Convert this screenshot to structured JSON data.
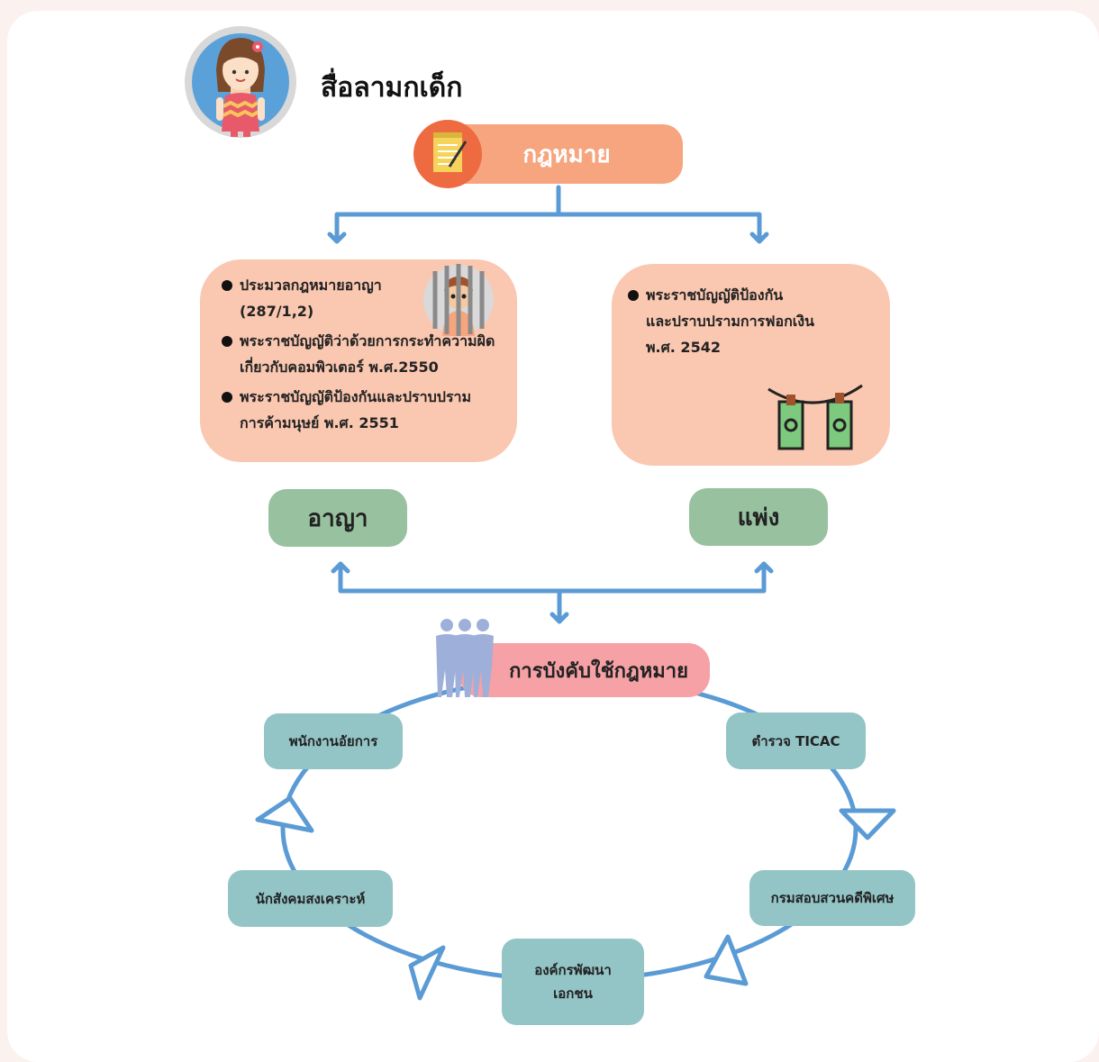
{
  "title": "สื่อลามกเด็ก",
  "law_label": "กฎหมาย",
  "criminal_box": {
    "items": [
      {
        "line1": "ประมวลกฎหมายอาญา",
        "line2": "(287/1,2)"
      },
      {
        "line1": "พระราชบัญญัติว่าด้วยการกระทำความผิด",
        "line2": "เกี่ยวกับคอมพิวเตอร์ พ.ศ.2550"
      },
      {
        "line1": "พระราชบัญญัติป้องกันและปราบปราม",
        "line2": "การค้ามนุษย์ พ.ศ. 2551"
      }
    ]
  },
  "civil_box": {
    "line1": "พระราชบัญญัติป้องกัน",
    "line2": "และปราบปรามการฟอกเงิน",
    "line3": "พ.ศ. 2542"
  },
  "criminal_label": "อาญา",
  "civil_label": "แพ่ง",
  "enforcement_label": "การบังคับใช้กฎหมาย",
  "agencies": {
    "prosecutor": "พนักงานอัยการ",
    "police": "ตำรวจ TICAC",
    "dsi": "กรมสอบสวนคดีพิเศษ",
    "ngo_line1": "องค์กรพัฒนา",
    "ngo_line2": "เอกชน",
    "social_worker": "นักสังคมสงเคราะห์"
  },
  "icons": {
    "girl": "girl-avatar-icon",
    "document": "document-pen-icon",
    "prisoner": "prisoner-icon",
    "money": "money-laundering-icon",
    "people": "people-group-icon"
  },
  "colors": {
    "arrow": "#5b9bd5",
    "law_pill": "#f6a57f",
    "box": "#fac7b0",
    "green": "#97c19f",
    "enforcement": "#f6a1a5",
    "node": "#93c4c6"
  }
}
